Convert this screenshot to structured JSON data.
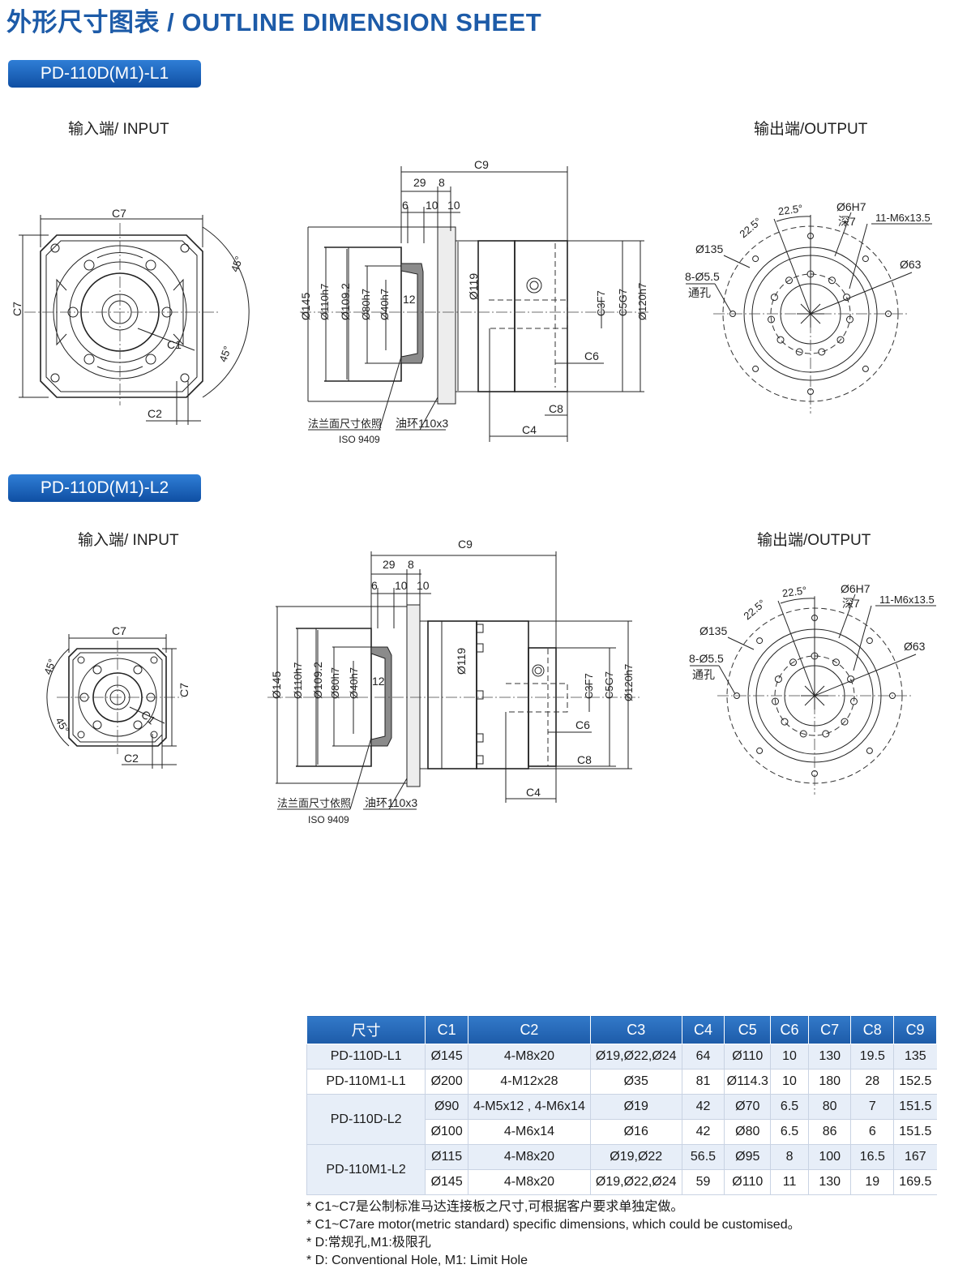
{
  "title": "外形尺寸图表 / OUTLINE DIMENSION SHEET",
  "views": [
    {
      "model": "PD-110D(M1)-L1",
      "input_label": "输入端/ INPUT",
      "output_label": "输出端/OUTPUT",
      "side_dims": {
        "c9": "C9",
        "d29": "29",
        "d8": "8",
        "d6": "6",
        "d10a": "10",
        "d10b": "10",
        "d12": "12",
        "dia145": "Ø145",
        "dia110": "Ø110h7",
        "dia109": "Ø109.2",
        "dia80": "Ø80h7",
        "dia40": "Ø40h7",
        "dia119": "Ø119",
        "c3": "C3F7",
        "c5": "C5G7",
        "dia120": "Ø120h7",
        "c6": "C6",
        "c8": "C8",
        "c4": "C4",
        "flange_note": "法兰面尺寸依照",
        "iso": "ISO 9409",
        "oring": "油环110x3"
      },
      "input_dims": {
        "c7_top": "C7",
        "c7_side": "C7",
        "c1": "C1",
        "c2": "C2",
        "a45a": "45°",
        "a45b": "45°"
      },
      "output_dims": {
        "a225a": "22.5°",
        "a225b": "22.5°",
        "pin": "Ø6H7",
        "depth": "深7",
        "thread": "11-M6x13.5",
        "dia135": "Ø135",
        "holes": "8-Ø5.5",
        "through": "通孔",
        "dia63": "Ø63"
      }
    },
    {
      "model": "PD-110D(M1)-L2",
      "input_label": "输入端/ INPUT",
      "output_label": "输出端/OUTPUT",
      "side_dims": {
        "c9": "C9",
        "d29": "29",
        "d8": "8",
        "d6": "6",
        "d10a": "10",
        "d10b": "10",
        "d12": "12",
        "dia145": "Ø145",
        "dia110": "Ø110h7",
        "dia109": "Ø109.2",
        "dia80": "Ø80h7",
        "dia40": "Ø40h7",
        "dia119": "Ø119",
        "c3": "C3F7",
        "c5": "C5G7",
        "dia120": "Ø120h7",
        "c6": "C6",
        "c8": "C8",
        "c4": "C4",
        "flange_note": "法兰面尺寸依照",
        "iso": "ISO 9409",
        "oring": "油环110x3"
      },
      "input_dims": {
        "c7_top": "C7",
        "c7_side": "C7",
        "c1": "C1",
        "c2": "C2",
        "a45a": "45°",
        "a45b": "45°"
      },
      "output_dims": {
        "a225a": "22.5°",
        "a225b": "22.5°",
        "pin": "Ø6H7",
        "depth": "深7",
        "thread": "11-M6x13.5",
        "dia135": "Ø135",
        "holes": "8-Ø5.5",
        "through": "通孔",
        "dia63": "Ø63"
      }
    }
  ],
  "table": {
    "headers": [
      "尺寸",
      "C1",
      "C2",
      "C3",
      "C4",
      "C5",
      "C6",
      "C7",
      "C8",
      "C9"
    ],
    "rows": [
      [
        "PD-110D-L1",
        "Ø145",
        "4-M8x20",
        "Ø19,Ø22,Ø24",
        "64",
        "Ø110",
        "10",
        "130",
        "19.5",
        "135"
      ],
      [
        "PD-110M1-L1",
        "Ø200",
        "4-M12x28",
        "Ø35",
        "81",
        "Ø114.3",
        "10",
        "180",
        "28",
        "152.5"
      ],
      [
        "PD-110D-L2",
        "Ø90",
        "4-M5x12 , 4-M6x14",
        "Ø19",
        "42",
        "Ø70",
        "6.5",
        "80",
        "7",
        "151.5"
      ],
      [
        "",
        "Ø100",
        "4-M6x14",
        "Ø16",
        "42",
        "Ø80",
        "6.5",
        "86",
        "6",
        "151.5"
      ],
      [
        "PD-110M1-L2",
        "Ø115",
        "4-M8x20",
        "Ø19,Ø22",
        "56.5",
        "Ø95",
        "8",
        "100",
        "16.5",
        "167"
      ],
      [
        "",
        "Ø145",
        "4-M8x20",
        "Ø19,Ø22,Ø24",
        "59",
        "Ø110",
        "11",
        "130",
        "19",
        "169.5"
      ]
    ]
  },
  "notes": [
    "* C1~C7是公制标准马达连接板之尺寸,可根据客户要求单独定做。",
    "* C1~C7are motor(metric standard)  specific dimensions, which could be customised。",
    "* D:常规孔,M1:极限孔",
    "* D: Conventional Hole, M1: Limit Hole"
  ]
}
